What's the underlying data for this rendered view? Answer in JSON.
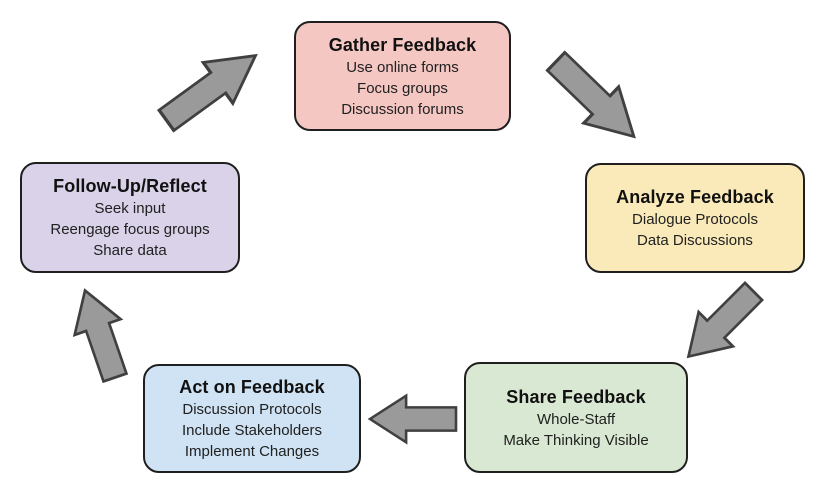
{
  "diagram": {
    "background": "#ffffff",
    "colors": {
      "node_border": "#1f1f1f",
      "title_text": "#111111",
      "body_text": "#212121",
      "arrow_fill": "#9a9a9a",
      "arrow_stroke": "#404040"
    },
    "nodes": [
      {
        "id": "gather-feedback",
        "title": "Gather Feedback",
        "fill": "#f5c7c3",
        "items": [
          "Use online forms",
          "Focus groups",
          "Discussion forums"
        ]
      },
      {
        "id": "analyze-feedback",
        "title": "Analyze Feedback",
        "fill": "#fbeab9",
        "items": [
          "Dialogue Protocols",
          "Data Discussions"
        ]
      },
      {
        "id": "share-feedback",
        "title": "Share Feedback",
        "fill": "#d9e8d2",
        "items": [
          "Whole-Staff",
          "Make Thinking Visible"
        ]
      },
      {
        "id": "act-on-feedback",
        "title": "Act on Feedback",
        "fill": "#cfe3f4",
        "items": [
          "Discussion Protocols",
          "Include Stakeholders",
          "Implement Changes"
        ]
      },
      {
        "id": "follow-up-reflect",
        "title": "Follow-Up/Reflect",
        "fill": "#d9d2e9",
        "items": [
          "Seek input",
          "Reengage focus groups",
          "Share data"
        ]
      }
    ],
    "arrows": [
      {
        "from": "Follow-Up/Reflect",
        "to": "Gather Feedback",
        "direction": "up-right"
      },
      {
        "from": "Gather Feedback",
        "to": "Analyze Feedback",
        "direction": "down-right"
      },
      {
        "from": "Analyze Feedback",
        "to": "Share Feedback",
        "direction": "down-left"
      },
      {
        "from": "Share Feedback",
        "to": "Act on Feedback",
        "direction": "left"
      },
      {
        "from": "Act on Feedback",
        "to": "Follow-Up/Reflect",
        "direction": "up-left"
      }
    ]
  }
}
